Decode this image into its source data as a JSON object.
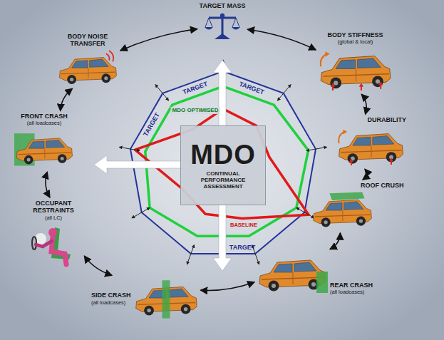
{
  "diagram": {
    "nodes": [
      {
        "text": [
          "TARGET MASS"
        ]
      },
      {
        "text": [
          "BODY STIFFNESS",
          "(global & local)"
        ]
      },
      {
        "text": [
          "DURABILITY"
        ]
      },
      {
        "text": [
          "ROOF CRUSH"
        ]
      },
      {
        "text": [
          "REAR CRASH",
          "(all loadcases)"
        ]
      },
      {
        "text": [
          "SIDE CRASH",
          "(all loadcases)"
        ]
      },
      {
        "text": [
          "OCCUPANT RESTRAINTS",
          "(all LC)"
        ]
      },
      {
        "text": [
          "FRONT CRASH",
          "(all loadcases)"
        ]
      },
      {
        "text": [
          "BODY NOISE TRANSFER"
        ]
      },
      {
        "text": [
          "MDO",
          "CONTINUAL PERFORMANCE ASSESSMENT"
        ]
      }
    ],
    "edges": [
      {
        "from": 0,
        "to": 1,
        "arrow": "both"
      },
      {
        "from": 1,
        "to": 2,
        "arrow": "both"
      },
      {
        "from": 2,
        "to": 3,
        "arrow": "both"
      },
      {
        "from": 3,
        "to": 4,
        "arrow": "both"
      },
      {
        "from": 4,
        "to": 5,
        "arrow": "both"
      },
      {
        "from": 5,
        "to": 6,
        "arrow": "both"
      },
      {
        "from": 6,
        "to": 7,
        "arrow": "both"
      },
      {
        "from": 7,
        "to": 8,
        "arrow": "both"
      },
      {
        "from": 8,
        "to": 0,
        "arrow": "both"
      }
    ],
    "labels": [
      "TARGET",
      "TARGET",
      "TARGET",
      "TARGET",
      "MDO OPTIMISED",
      "BASELINE"
    ]
  }
}
